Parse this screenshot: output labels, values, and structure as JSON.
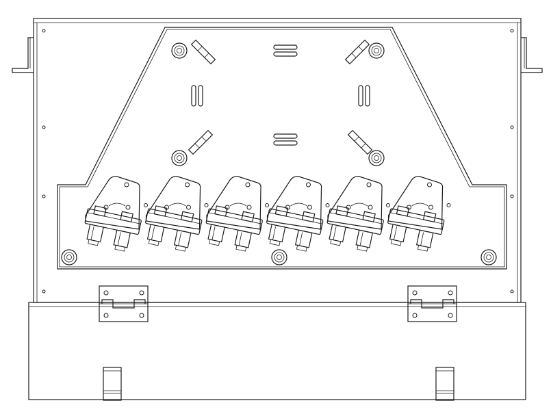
{
  "drawing": {
    "kind": "fiber-optic-enclosure-front-view",
    "adapter_count": 6,
    "hinge_count": 2,
    "latch_count": 2,
    "line_color": "#1a1a1a",
    "background_color": "#ffffff"
  }
}
